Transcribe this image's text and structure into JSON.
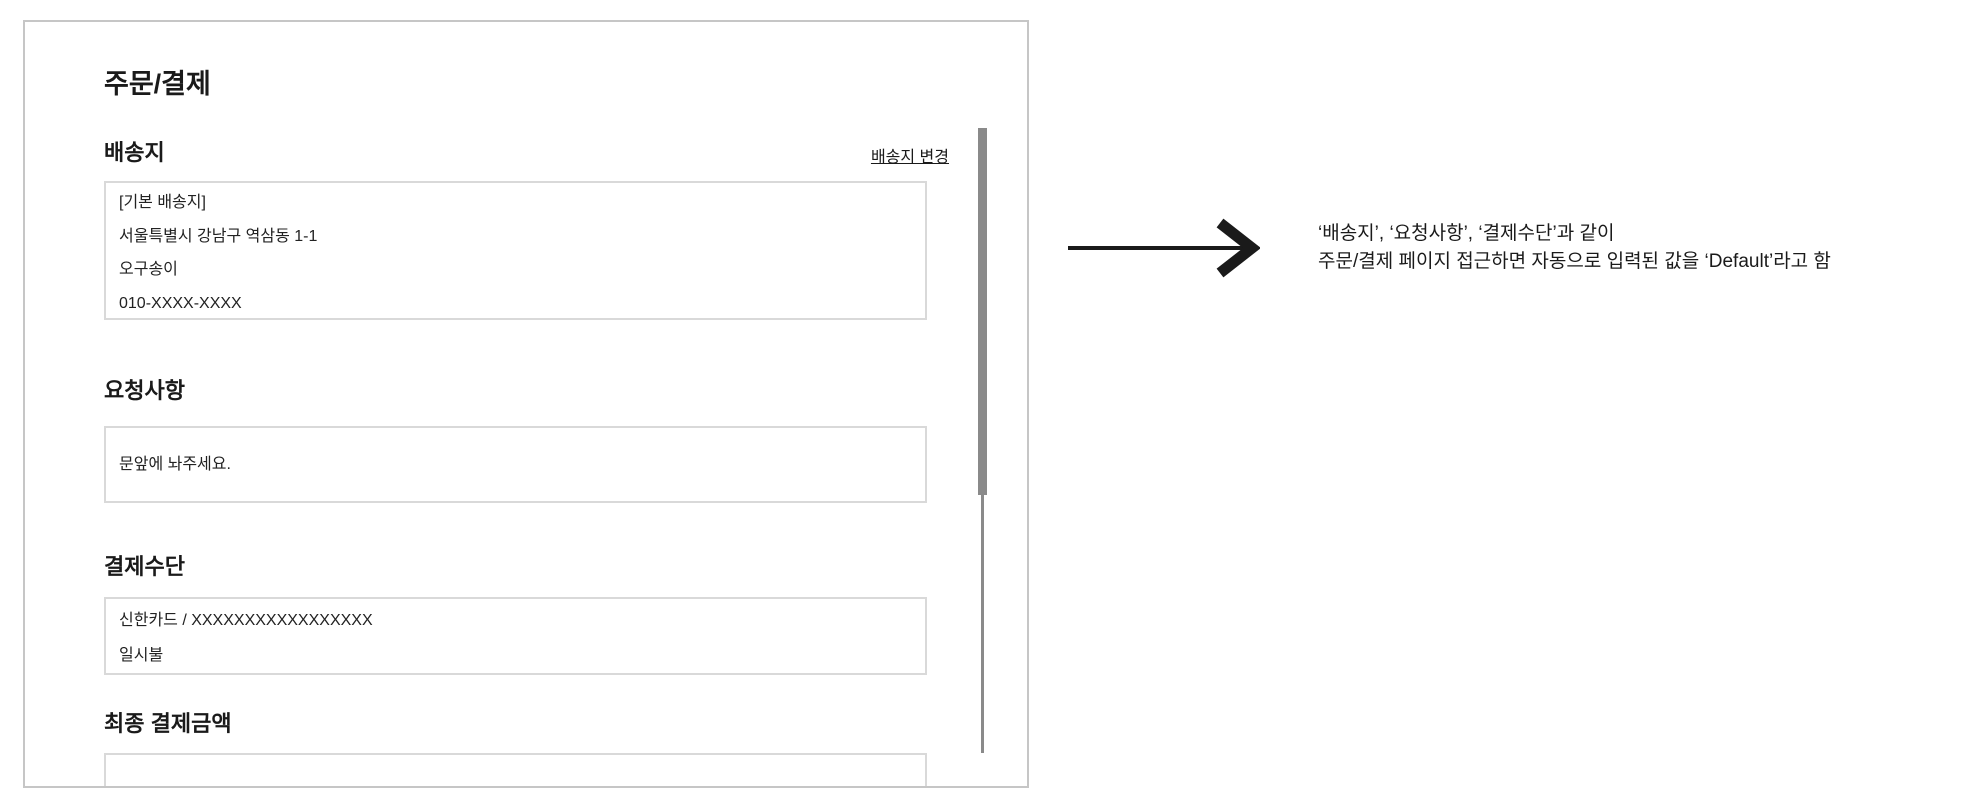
{
  "order_page": {
    "title": "주문/결제",
    "shipping": {
      "heading": "배송지",
      "change_link": "배송지 변경",
      "lines": [
        "[기본 배송지]",
        "서울특별시 강남구 역삼동 1-1",
        "오구송이",
        "010-XXXX-XXXX"
      ]
    },
    "request": {
      "heading": "요청사항",
      "value": "문앞에 놔주세요."
    },
    "payment": {
      "heading": "결제수단",
      "lines": [
        "신한카드 / XXXXXXXXXXXXXXXXX",
        "일시불"
      ]
    },
    "total": {
      "heading": "최종 결제금액"
    }
  },
  "annotation": {
    "line1": "‘배송지’, ‘요청사항’, ‘결제수단’과 같이",
    "line2": "주문/결제 페이지 접근하면 자동으로 입력된 값을 ‘Default’라고 함"
  },
  "colors": {
    "text": "#1a1a1a",
    "card_border": "#c6c6c6",
    "box_border": "#d9d9d9",
    "scrollbar": "#8a8a8a",
    "arrow": "#1a1a1a"
  }
}
